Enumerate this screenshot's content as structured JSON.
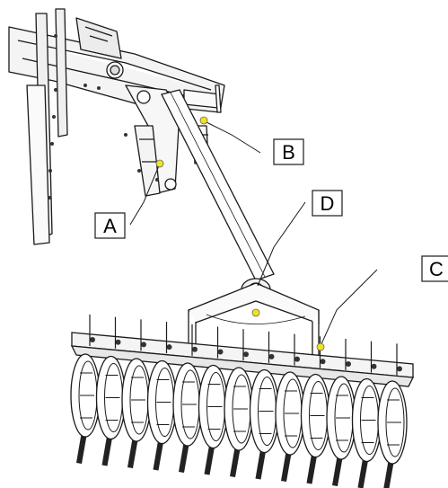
{
  "callouts": [
    {
      "id": "A",
      "label": "A"
    },
    {
      "id": "B",
      "label": "B"
    },
    {
      "id": "C",
      "label": "C"
    },
    {
      "id": "D",
      "label": "D"
    }
  ],
  "colors": {
    "line": "#1a1a1a",
    "marker": "#f2e21b",
    "fill": "#ffffff",
    "shade": "#d9d9d9"
  }
}
